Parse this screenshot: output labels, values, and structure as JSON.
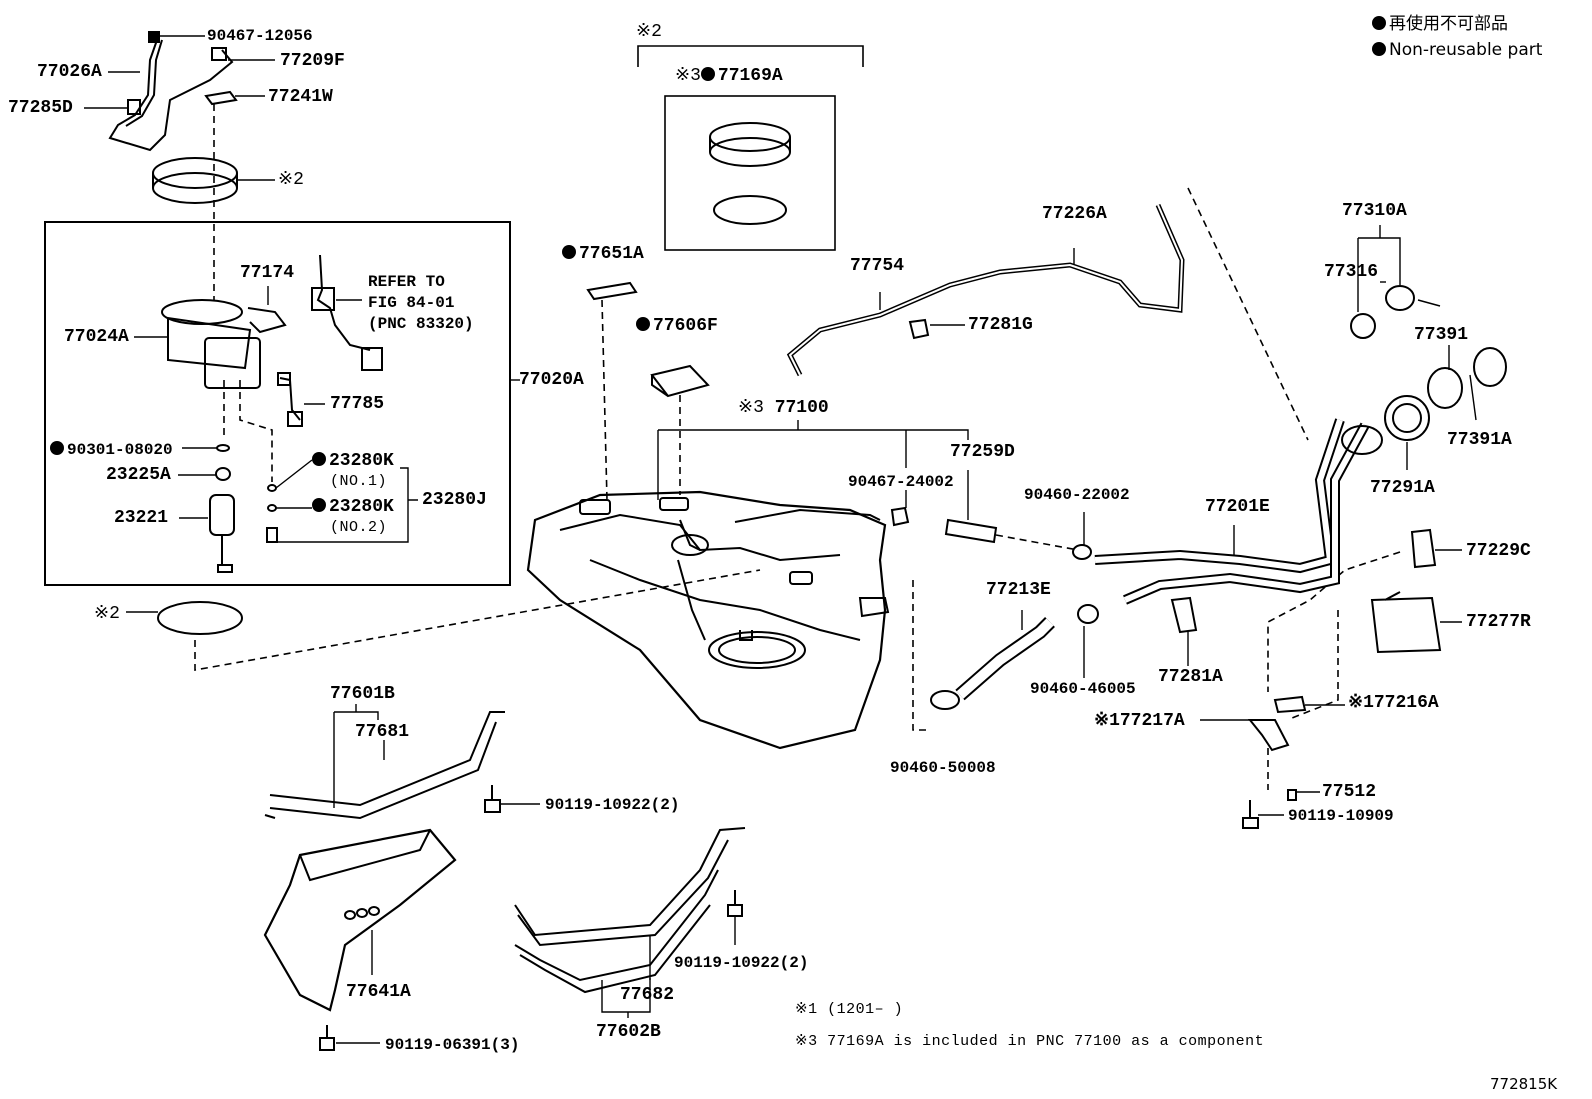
{
  "legend": {
    "jp": "再使用不可部品",
    "en": "Non-reusable part"
  },
  "figure_code": "772815K",
  "notes": {
    "n1": "※1 (1201–      )",
    "n3": "※3 77169A is included in PNC 77100 as a component"
  },
  "labels": {
    "p90467_12056": "90467-12056",
    "p77026A": "77026A",
    "p77209F": "77209F",
    "p77285D": "77285D",
    "p77241W": "77241W",
    "ref2_top": "※2",
    "p77174": "77174",
    "refer1": "REFER TO",
    "refer2": "FIG 84-01",
    "refer3": "(PNC 83320)",
    "p77024A": "77024A",
    "p77020A": "77020A",
    "p77785": "77785",
    "p90301_08020": "90301-08020",
    "p23280K_1": "23280K",
    "no1": "(NO.1)",
    "p23225A": "23225A",
    "p23280J": "23280J",
    "p23221": "23221",
    "p23280K_2": "23280K",
    "no2": "(NO.2)",
    "ref2_left": "※2",
    "ref2_box": "※2",
    "p77169A": "77169A",
    "p77169A_prefix": "※3",
    "p77651A": "77651A",
    "p77606F": "77606F",
    "p77100": "77100",
    "p77100_prefix": "※3",
    "p77754": "77754",
    "p77226A": "77226A",
    "p77281G": "77281G",
    "p77259D": "77259D",
    "p90467_24002": "90467-24002",
    "p90460_22002": "90460-22002",
    "p77201E": "77201E",
    "p77310A": "77310A",
    "p77316": "77316",
    "p77391": "77391",
    "p77391A": "77391A",
    "p77291A": "77291A",
    "p77229C": "77229C",
    "p77213E": "77213E",
    "p77277R": "77277R",
    "p77281A": "77281A",
    "p90460_46005": "90460-46005",
    "p77216A": "※177216A",
    "p77217A": "※177217A",
    "p90460_50008": "90460-50008",
    "p77512": "77512",
    "p90119_10909": "90119-10909",
    "p77601B": "77601B",
    "p77681": "77681",
    "p90119_10922a": "90119-10922(2)",
    "p77641A": "77641A",
    "p90119_06391": "90119-06391(3)",
    "p90119_10922b": "90119-10922(2)",
    "p77682": "77682",
    "p77602B": "77602B"
  }
}
